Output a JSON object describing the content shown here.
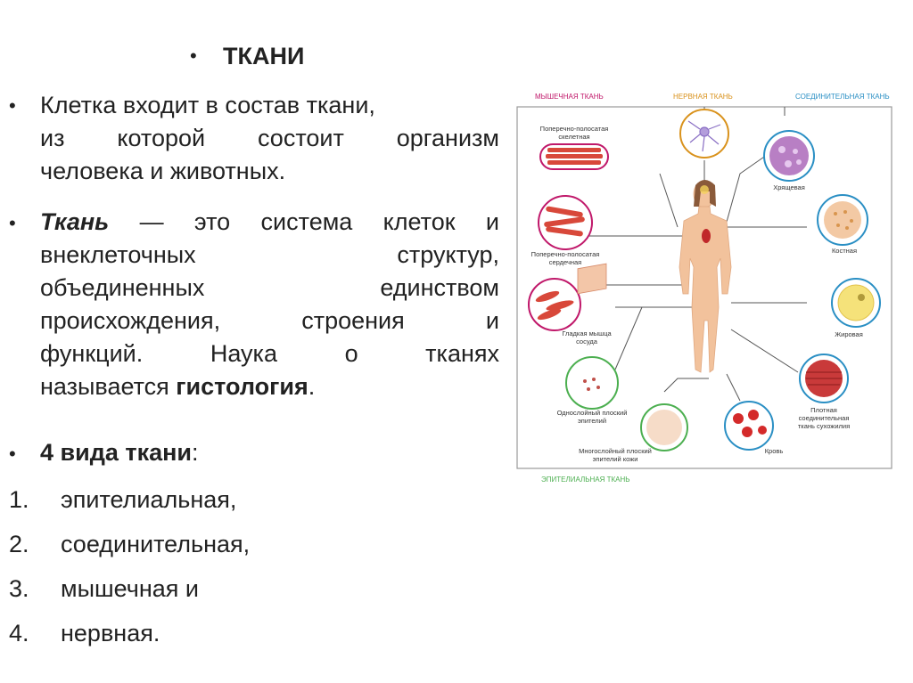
{
  "slide": {
    "title": "ТКАНИ",
    "bullet1_lines": [
      "Клетка входит в состав ткани,",
      "из которой состоит организм",
      "человека и животных."
    ],
    "bullet2": {
      "term": "Ткань",
      "line1_rest": " — это система клеток и",
      "lines": [
        "внеклеточных структур,",
        "объединенных единством",
        "происхождения, строения и",
        "функций. Наука о тканях"
      ],
      "last_prefix": "называется ",
      "last_bold": "гистология",
      "last_suffix": "."
    },
    "bullet3": {
      "bold": "4 вида ткани",
      "rest": ":"
    },
    "types": [
      {
        "num": "1.",
        "text": "эпителиальная,"
      },
      {
        "num": "2.",
        "text": "соединительная,"
      },
      {
        "num": "3.",
        "text": "мышечная и"
      },
      {
        "num": "4.",
        "text": "нервная."
      }
    ]
  },
  "diagram": {
    "categories": {
      "muscle": "МЫШЕЧНАЯ ТКАНЬ",
      "nervous": "НЕРВНАЯ ТКАНЬ",
      "connective": "СОЕДИНИТЕЛЬНАЯ ТКАНЬ",
      "epithelial": "ЭПИТЕЛИАЛЬНАЯ ТКАНЬ"
    },
    "labels": {
      "skeletal": [
        "Поперечно-полосатая",
        "скелетная"
      ],
      "cardiac": [
        "Поперечно-полосатая",
        "сердечная"
      ],
      "smooth": [
        "Гладкая мышца",
        "сосуда"
      ],
      "simple_epithelium": [
        "Однослойный плоский",
        "эпителий"
      ],
      "stratified_epithelium": [
        "Многослойный плоский",
        "эпителий кожи"
      ],
      "cartilage": [
        "Хрящевая"
      ],
      "bone": [
        "Костная"
      ],
      "adipose": [
        "Жировая"
      ],
      "dense": [
        "Плотная",
        "соединительная",
        "ткань сухожилия"
      ],
      "blood": [
        "Кровь"
      ]
    },
    "colors": {
      "muscle": "#c0186a",
      "nervous": "#d9921c",
      "connective": "#2a8fc4",
      "epithelial": "#4caf50"
    }
  }
}
